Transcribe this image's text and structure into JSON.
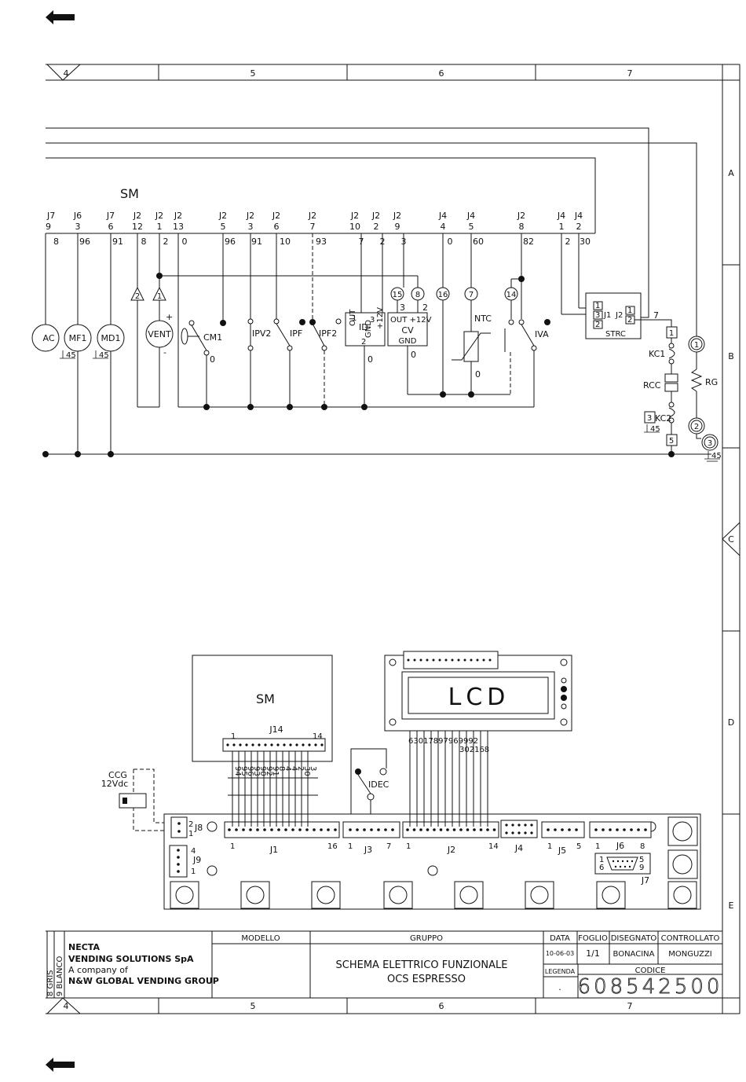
{
  "columns_top": [
    "4",
    "5",
    "6",
    "7"
  ],
  "columns_bottom": [
    "4",
    "5",
    "6",
    "7"
  ],
  "rows": [
    "A",
    "B",
    "C",
    "D",
    "E"
  ],
  "sm_label": "SM",
  "connectors": {
    "c_j7a": {
      "conn": "J7",
      "pin": "9",
      "wire": "8"
    },
    "c_j6_3": {
      "conn": "J6",
      "pin": "3",
      "wire": "96"
    },
    "c_j7_6": {
      "conn": "J7",
      "pin": "6",
      "wire": "91"
    },
    "c_j2_12": {
      "conn": "J2",
      "pin": "12",
      "wire": "8"
    },
    "c_j2_1": {
      "conn": "J2",
      "pin": "1",
      "wire": "2"
    },
    "c_j2_13": {
      "conn": "J2",
      "pin": "13",
      "wire": "0"
    },
    "c_j2_5": {
      "conn": "J2",
      "pin": "5",
      "wire": "96"
    },
    "c_j2_3": {
      "conn": "J2",
      "pin": "3",
      "wire": "91"
    },
    "c_j2_6": {
      "conn": "J2",
      "pin": "6",
      "wire": "10"
    },
    "c_j2_7": {
      "conn": "J2",
      "pin": "7",
      "wire": "93"
    },
    "c_j2_10": {
      "conn": "J2",
      "pin": "10",
      "wire": "7"
    },
    "c_j2_2": {
      "conn": "J2",
      "pin": "2",
      "wire": "2"
    },
    "c_j2_9": {
      "conn": "J2",
      "pin": "9",
      "wire": "3"
    },
    "c_j4_4": {
      "conn": "J4",
      "pin": "4",
      "wire": "0"
    },
    "c_j4_5": {
      "conn": "J4",
      "pin": "5",
      "wire": "60"
    },
    "c_j2_8": {
      "conn": "J2",
      "pin": "8",
      "wire": "82"
    },
    "c_j4_1": {
      "conn": "J4",
      "pin": "1",
      "wire": "2"
    },
    "c_j4_2": {
      "conn": "J4",
      "pin": "2",
      "wire": "30"
    }
  },
  "components": {
    "ac": "AC",
    "mf1": "MF1",
    "md1": "MD1",
    "vent": "VENT",
    "cm1": "CM1",
    "ipv2": "IPV2",
    "ipf": "IPF",
    "ipf2": "IPF2",
    "id": "ID",
    "id_out": "OUT",
    "id_1": "1",
    "id_3": "3",
    "id_gnd": "GND",
    "id_12": "+12V",
    "id_2": "2",
    "cv": "CV",
    "cv_out": "OUT +12V",
    "cv_gnd": "GND",
    "ntc": "NTC",
    "iva": "IVA",
    "strc": "STRC",
    "strc_j1": "J1",
    "strc_j2": "J2",
    "kc1": "KC1",
    "rcc": "RCC",
    "kc2": "KC2",
    "rg": "RG",
    "k3": "3",
    "t1": "1",
    "t5": "5",
    "tri2": "2",
    "tri1": "1",
    "circ15": "15",
    "circ8": "8",
    "circ16": "16",
    "circ7": "7",
    "circ14": "14",
    "rg1": "1",
    "rg2": "2",
    "rg3": "3",
    "plus": "+",
    "minus": "-",
    "zero": "0",
    "j1p3": "3",
    "j1p1": "1",
    "j1p2": "2",
    "j2p1": "1",
    "j2p2": "2",
    "cv_3": "3",
    "cv_2": "2",
    "w7": "7",
    "gnd45": "45"
  },
  "board": {
    "sm_label": "SM",
    "j14": "J14",
    "j14_1": "1",
    "j14_14": "14",
    "j14_wires": [
      "94",
      "95",
      "96",
      "93",
      "90",
      "92",
      "91",
      "8",
      "4",
      "4",
      "2",
      "30",
      "3"
    ],
    "lcd": "LCD",
    "lcd_wires_a": "63017897969992",
    "lcd_wires_b": "302168",
    "ccg": "CCG",
    "ccg_v": "12Vdc",
    "idec": "IDEC",
    "j8": "J8",
    "j8_2": "2",
    "j8_1": "1",
    "j9": "J9",
    "j9_4": "4",
    "j9_1": "1",
    "j1": "J1",
    "j1_1": "1",
    "j1_16": "16",
    "j3": "J3",
    "j3_1": "1",
    "j3_7": "7",
    "j2": "J2",
    "j2_1": "1",
    "j2_14": "14",
    "j4": "J4",
    "j5": "J5",
    "j5_1": "1",
    "j5_5": "5",
    "j6": "J6",
    "j6_1": "1",
    "j6_8": "8",
    "j7": "J7",
    "db_1": "1",
    "db_5": "5",
    "db_6": "6",
    "db_9": "9"
  },
  "title_block": {
    "company1": "NECTA",
    "company2": "VENDING SOLUTIONS SpA",
    "company3": "A company of",
    "company4": "N&W GLOBAL VENDING GROUP",
    "side_a": "8 GRIS",
    "side_b": "9 BLANCO",
    "modello_h": "MODELLO",
    "gruppo_h": "GRUPPO",
    "gruppo_1": "SCHEMA ELETTRICO FUNZIONALE",
    "gruppo_2": "OCS ESPRESSO",
    "data_h": "DATA",
    "data_v": "10-06-03",
    "foglio_h": "FOGLIO",
    "foglio_v": "1/1",
    "disegnato_h": "DISEGNATO",
    "disegnato_v": "BONACINA",
    "controllato_h": "CONTROLLATO",
    "controllato_v": "MONGUZZI",
    "legenda_h": "LEGENDA",
    "legenda_v": ".",
    "codice_h": "CODICE",
    "codice_v": "608542500"
  }
}
